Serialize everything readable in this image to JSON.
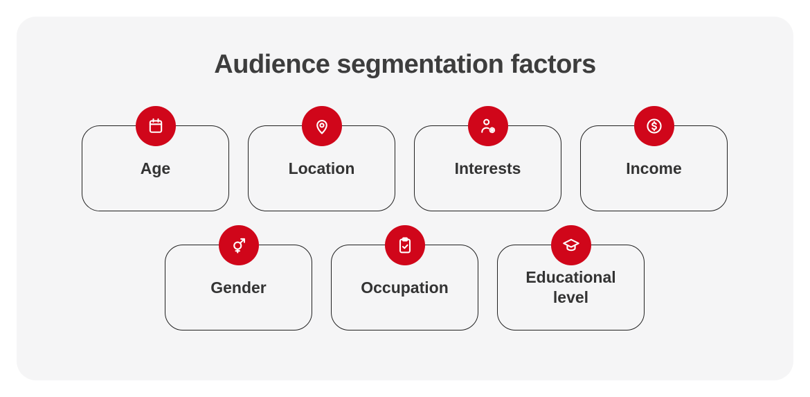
{
  "page": {
    "title": "Audience segmentation factors"
  },
  "theme": {
    "accent_red": "#d0061a",
    "panel_background": "#f5f5f6",
    "card_border": "#1f1f1f",
    "title_color": "#3d3d3d",
    "label_color": "#333333",
    "icon_color": "#ffffff"
  },
  "cards": [
    {
      "label": "Age",
      "icon": "calendar-icon"
    },
    {
      "label": "Location",
      "icon": "location-pin-icon"
    },
    {
      "label": "Interests",
      "icon": "person-gear-icon"
    },
    {
      "label": "Income",
      "icon": "dollar-coin-icon"
    },
    {
      "label": "Gender",
      "icon": "gender-symbol-icon"
    },
    {
      "label": "Occupation",
      "icon": "clipboard-check-icon"
    },
    {
      "label": "Educational level",
      "icon": "graduation-cap-icon"
    }
  ]
}
